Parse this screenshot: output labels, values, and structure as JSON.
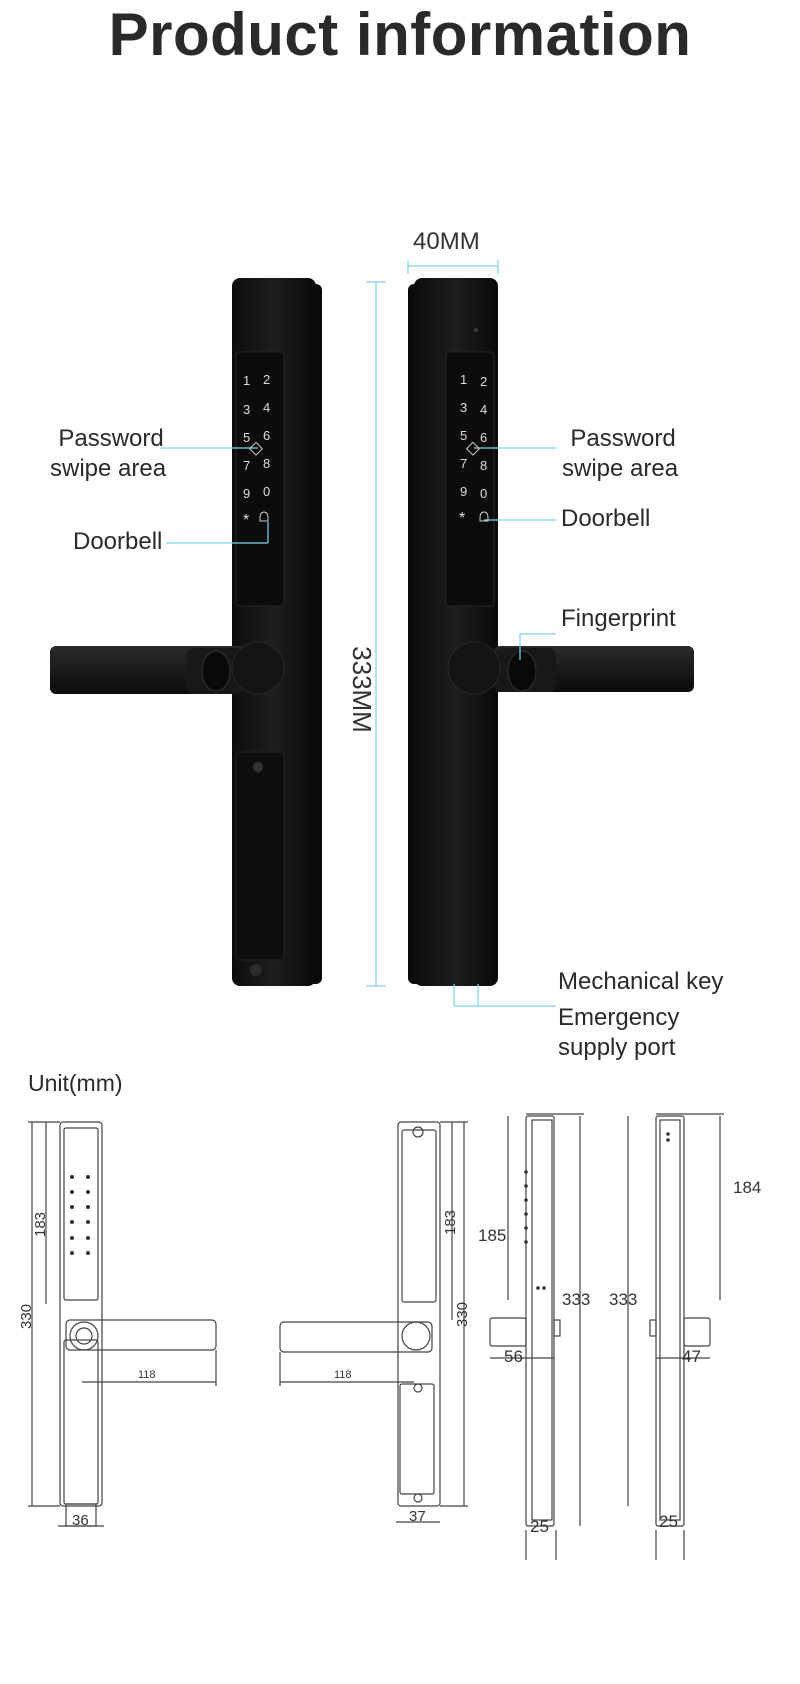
{
  "title": "Product information",
  "dimensions": {
    "width": "40MM",
    "height": "333MM"
  },
  "callouts": {
    "left_swipe": [
      "Password",
      "swipe area"
    ],
    "left_doorbell": "Doorbell",
    "right_swipe": [
      "Password",
      "swipe area"
    ],
    "right_doorbell": "Doorbell",
    "fingerprint": "Fingerprint",
    "mechanical_key": "Mechanical key",
    "emergency": [
      "Emergency",
      "supply port"
    ]
  },
  "keypad": [
    "1",
    "2",
    "3",
    "4",
    "5",
    "6",
    "7",
    "8",
    "9",
    "0",
    "*"
  ],
  "unit_label": "Unit(mm)",
  "drawing_dims": {
    "front_183": "183",
    "front_330": "330",
    "front_118": "118",
    "front_36": "36",
    "back_183": "183",
    "back_330": "330",
    "back_118": "118",
    "back_37": "37",
    "side1_185": "185",
    "side1_333": "333",
    "side1_56": "56",
    "side1_25": "25",
    "side2_333": "333",
    "side2_184": "184",
    "side2_47": "47",
    "side2_25": "25"
  },
  "colors": {
    "lock_body": "#151515",
    "accent_line": "#7fd3ea",
    "drawing_line": "#444444"
  }
}
